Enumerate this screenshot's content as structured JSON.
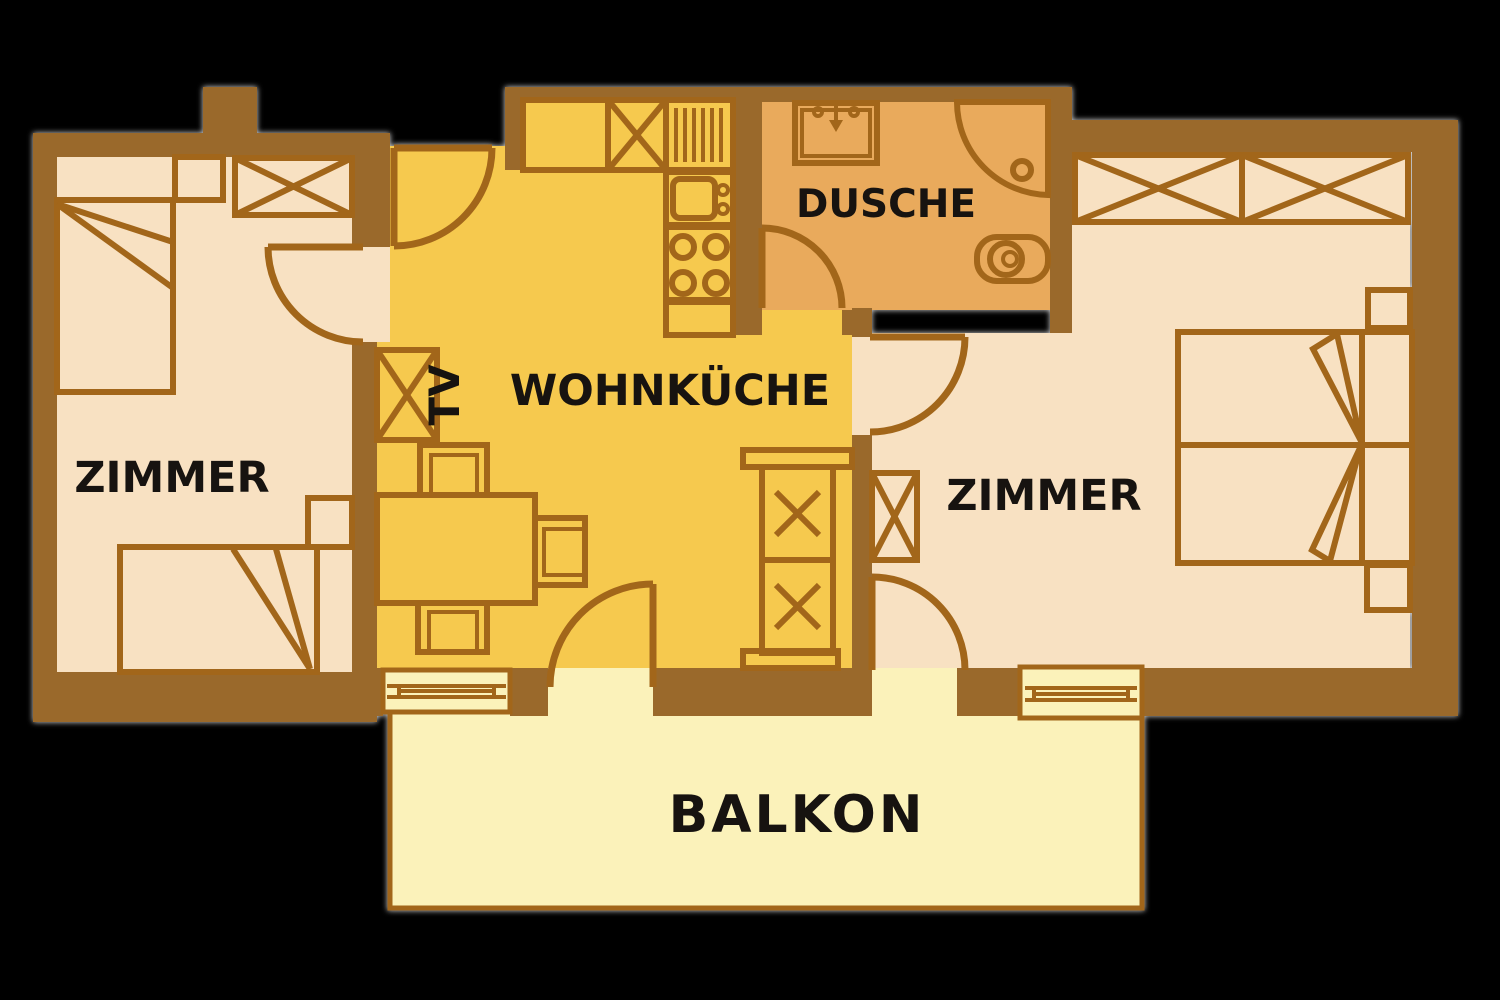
{
  "diagram_type": "apartment-floor-plan",
  "rooms": {
    "bedroom_left": {
      "label": "ZIMMER"
    },
    "kitchen": {
      "label": "WOHNKÜCHE"
    },
    "shower": {
      "label": "DUSCHE"
    },
    "bedroom_right": {
      "label": "ZIMMER"
    },
    "balcony": {
      "label": "BALKON"
    },
    "tv_unit": {
      "label": "TV"
    }
  },
  "colors": {
    "background": "#000000",
    "wall": "#9a692b",
    "outline": "#a2661a",
    "room-bedroom": "#f8e1c2",
    "room-kitchen": "#f6c94e",
    "room-shower": "#e9aa5c",
    "room-balcony": "#fbf2ba",
    "label": "#171310"
  }
}
